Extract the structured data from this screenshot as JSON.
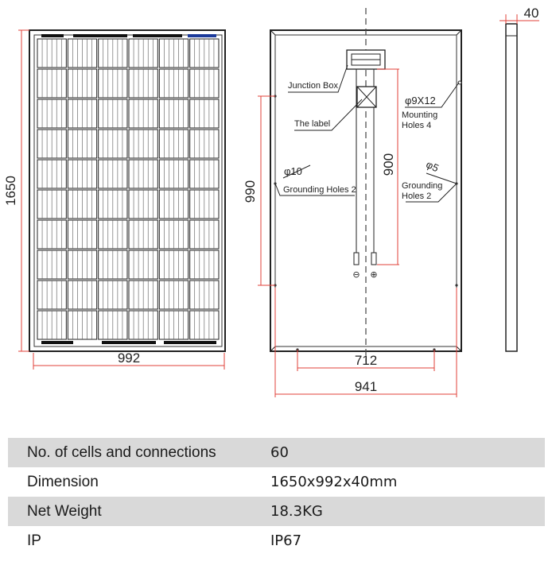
{
  "drawing": {
    "dimensions": {
      "front_height": "1650",
      "front_width": "992",
      "back_hole_spacing_vertical": "990",
      "cable_length": "900",
      "bottom_hole_spacing": "712",
      "back_frame_width": "941",
      "thickness": "40"
    },
    "labels": {
      "junction_box": "Junction Box",
      "the_label": "The label",
      "mounting_hole_size": "φ9X12",
      "mounting_holes": "Mounting",
      "mounting_holes_count": "Holes 4",
      "grounding_hole_left_size": "φ10",
      "grounding_holes_left": "Grounding Holes 2",
      "grounding_hole_right_size": "φ5",
      "grounding_holes_right": "Grounding",
      "grounding_holes_right_count": "Holes 2",
      "negative_terminal": "⊖",
      "positive_terminal": "⊕"
    }
  },
  "specs": [
    {
      "label": "No. of cells and connections",
      "value": "60"
    },
    {
      "label": "Dimension",
      "value": "1650x992x40mm"
    },
    {
      "label": "Net Weight",
      "value": "18.3KG"
    },
    {
      "label": "IP",
      "value": "IP67"
    }
  ]
}
